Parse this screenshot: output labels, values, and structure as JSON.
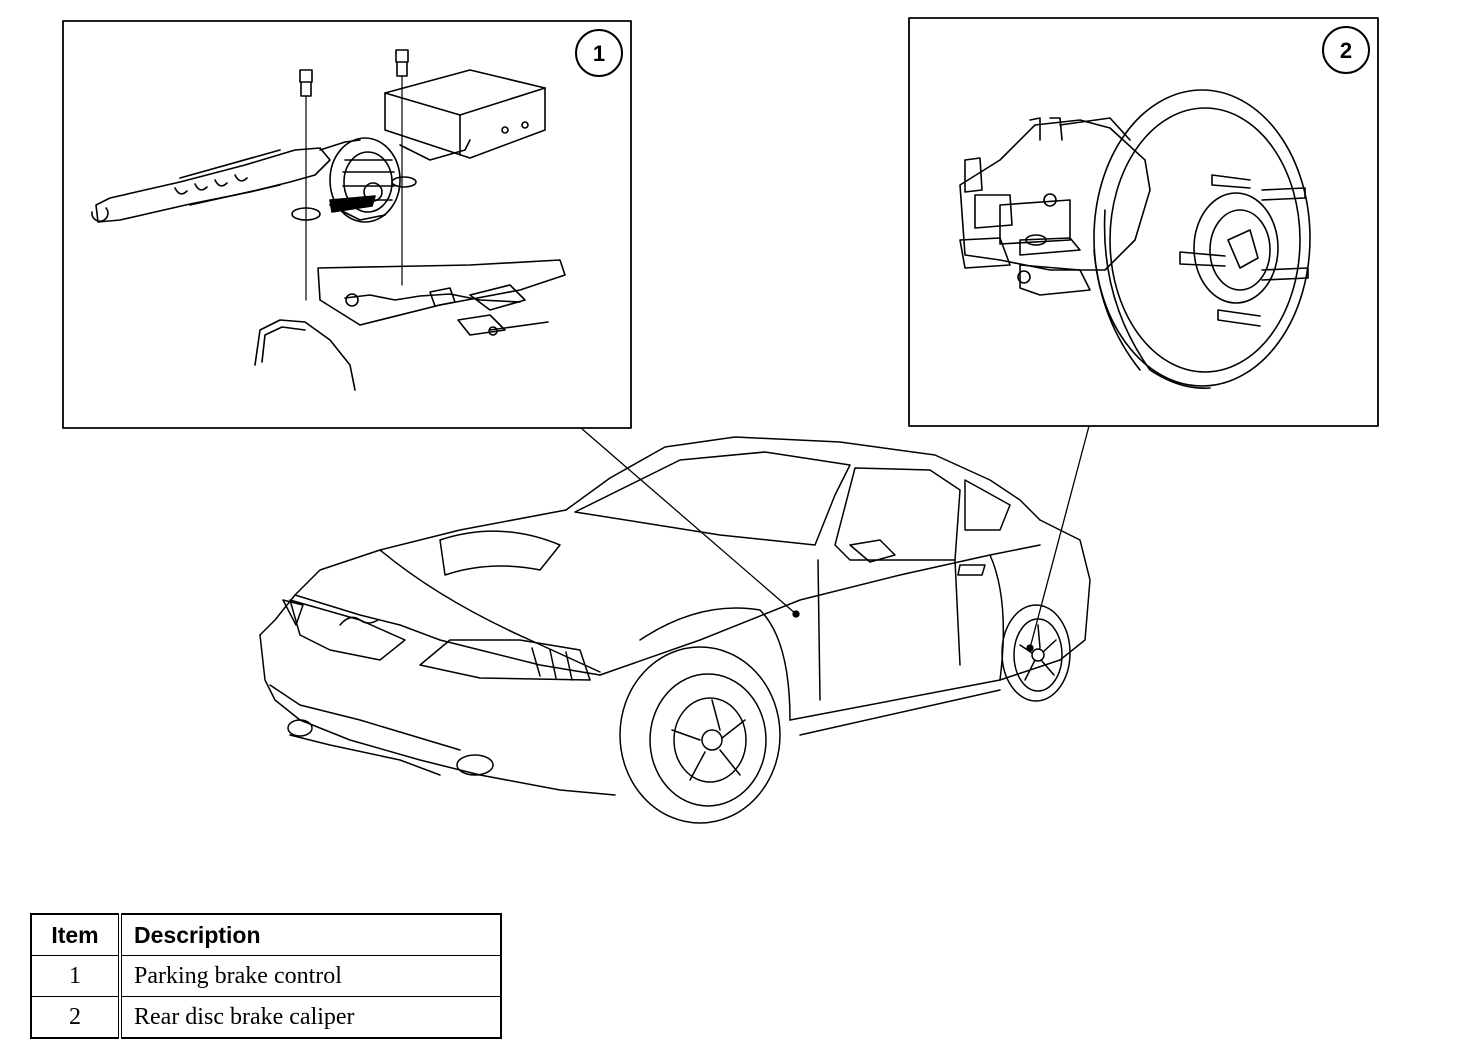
{
  "callouts": [
    {
      "number": "1"
    },
    {
      "number": "2"
    }
  ],
  "legend": {
    "headers": {
      "item": "Item",
      "description": "Description"
    },
    "rows": [
      {
        "item": "1",
        "description": "Parking brake control"
      },
      {
        "item": "2",
        "description": "Rear disc brake caliper"
      }
    ]
  }
}
